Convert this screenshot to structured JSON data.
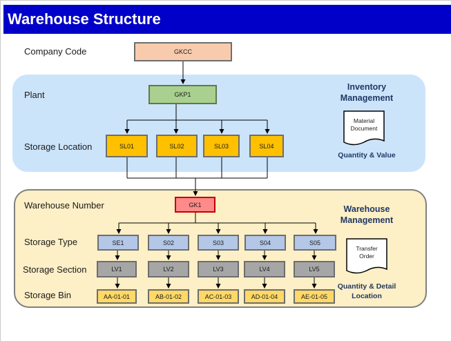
{
  "title": "Warehouse Structure",
  "labels": {
    "company_code": "Company Code",
    "plant": "Plant",
    "storage_location": "Storage Location",
    "warehouse_number": "Warehouse Number",
    "storage_type": "Storage Type",
    "storage_section": "Storage  Section",
    "storage_bin": "Storage Bin"
  },
  "nodes": {
    "company": "GKCC",
    "plant": "GKP1",
    "storage_locations": [
      "SL01",
      "SL02",
      "SL03",
      "SL04"
    ],
    "warehouse": "GK1",
    "storage_types": [
      "SE1",
      "S02",
      "S03",
      "S04",
      "S05"
    ],
    "storage_sections": [
      "LV1",
      "LV2",
      "LV3",
      "LV4",
      "LV5"
    ],
    "storage_bins": [
      "AA-01-01",
      "AB-01-02",
      "AC-01-03",
      "AD-01-04",
      "AE-01-05"
    ]
  },
  "inventory": {
    "title_line1": "Inventory",
    "title_line2": "Management",
    "doc_line1": "Material",
    "doc_line2": "Document",
    "note": "Quantity & Value"
  },
  "warehouse_mgmt": {
    "title_line1": "Warehouse",
    "title_line2": "Management",
    "doc_line1": "Transfer",
    "doc_line2": "Order",
    "note_line1": "Quantity & Detail",
    "note_line2": "Location"
  },
  "colors": {
    "header": "#0000c8",
    "company": "#f8cbad",
    "plant": "#a9d08e",
    "storage_location": "#ffc000",
    "warehouse": "#ff8a8a",
    "storage_type": "#b4c7e7",
    "storage_section": "#a6a6a6",
    "storage_bin": "#ffd966",
    "inventory_panel": "#cce4fa",
    "warehouse_panel": "#fdefc6"
  }
}
